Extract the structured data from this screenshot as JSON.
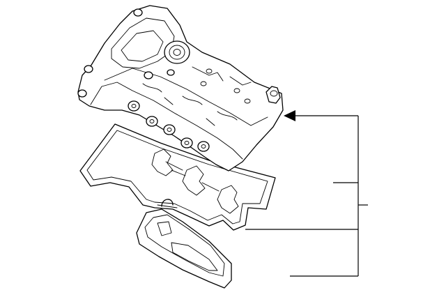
{
  "diagram": {
    "type": "exploded-parts-view",
    "parts": [
      {
        "id": "valve-cover",
        "label": ""
      },
      {
        "id": "cover-gasket",
        "label": ""
      },
      {
        "id": "seal-gasket",
        "label": ""
      }
    ],
    "callouts": [
      {
        "id": "callout-cover",
        "text": ""
      },
      {
        "id": "callout-gasket",
        "text": ""
      },
      {
        "id": "callout-seal",
        "text": ""
      },
      {
        "id": "callout-assembly",
        "text": ""
      }
    ]
  }
}
